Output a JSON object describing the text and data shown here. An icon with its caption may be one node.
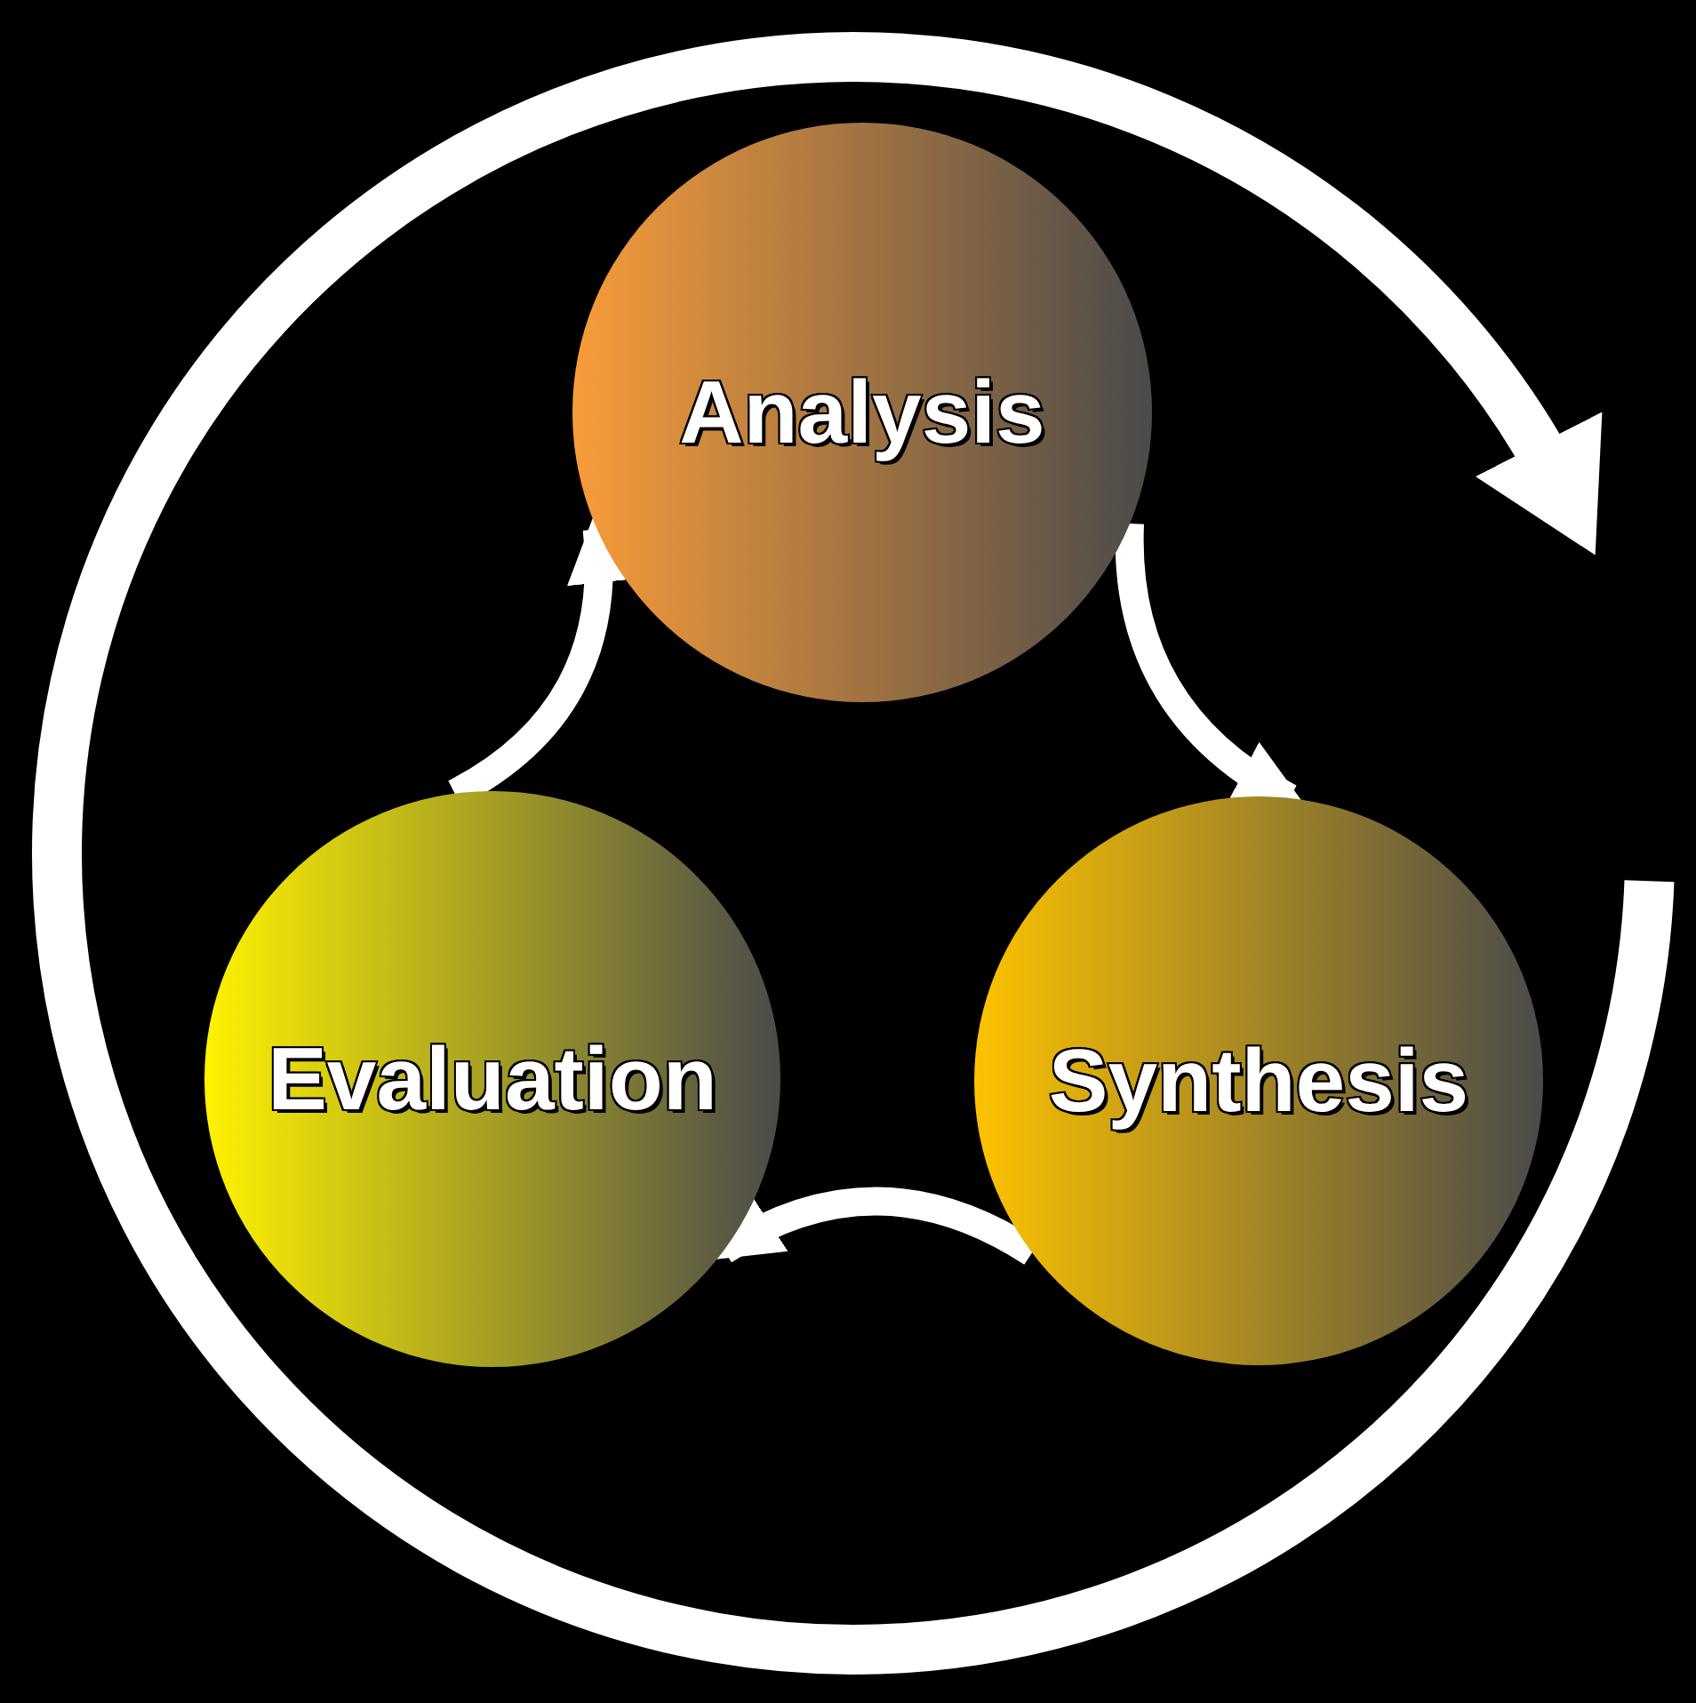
{
  "diagram": {
    "nodes": [
      {
        "text": [
          "Analysis"
        ]
      },
      {
        "text": [
          "Synthesis"
        ]
      },
      {
        "text": [
          "Evaluation"
        ]
      }
    ],
    "edges": [
      {
        "from": 0,
        "to": 1,
        "arrow": "to"
      },
      {
        "from": 1,
        "to": 2,
        "arrow": "to"
      },
      {
        "from": 2,
        "to": 0,
        "arrow": "to"
      }
    ]
  }
}
